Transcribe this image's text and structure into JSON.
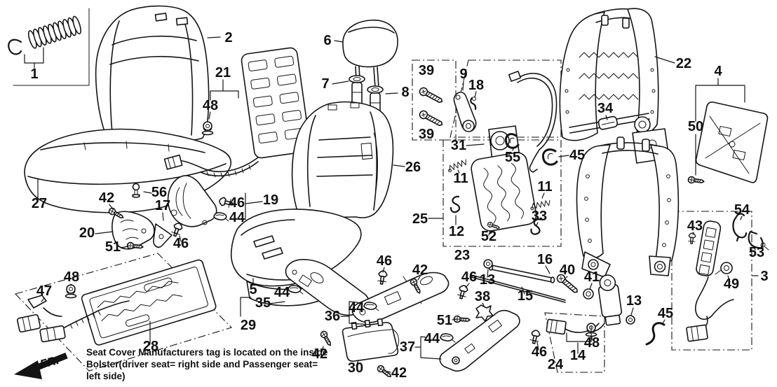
{
  "note": {
    "line1": "Seat Cover Manufacturers tag is located on the inside",
    "line2": "Bolster(driver seat= right side and Passenger seat=",
    "line3": "left side)"
  },
  "fr": "FR.",
  "colors": {
    "line": "#141414",
    "background": "#ffffff"
  },
  "callouts": [
    "1",
    "2",
    "21",
    "48",
    "6",
    "7",
    "8",
    "39",
    "39",
    "9",
    "18",
    "31",
    "55",
    "26",
    "25",
    "11",
    "12",
    "52",
    "23",
    "11",
    "33",
    "45",
    "22",
    "34",
    "4",
    "50",
    "27",
    "42",
    "56",
    "17",
    "20",
    "51",
    "46",
    "46",
    "44",
    "19",
    "48",
    "47",
    "28",
    "5",
    "35",
    "29",
    "44",
    "36",
    "44",
    "46",
    "42",
    "46",
    "38",
    "51",
    "44",
    "37",
    "30",
    "42",
    "42",
    "16",
    "40",
    "41",
    "15",
    "13",
    "13",
    "45",
    "46",
    "24",
    "14",
    "48",
    "54",
    "43",
    "53",
    "3",
    "49"
  ]
}
